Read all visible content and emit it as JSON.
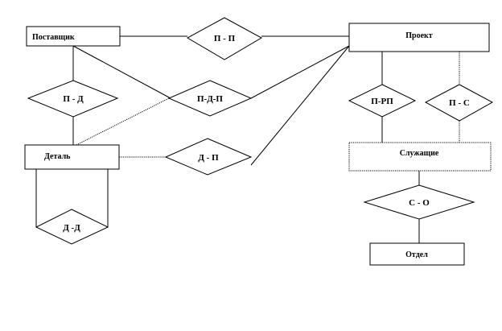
{
  "diagram": {
    "entities": {
      "supplier": "Поставщик",
      "project": "Проект",
      "part": "Деталь",
      "employee": "Служащие",
      "department": "Отдел"
    },
    "relationships": {
      "supplier_project": "П - П",
      "supplier_part": "П - Д",
      "supplier_part_project": "П-Д-П",
      "part_project": "Д - П",
      "part_part": "Д -Д",
      "project_manager": "П-РП",
      "project_employee": "П - С",
      "employee_department": "С - О"
    }
  }
}
